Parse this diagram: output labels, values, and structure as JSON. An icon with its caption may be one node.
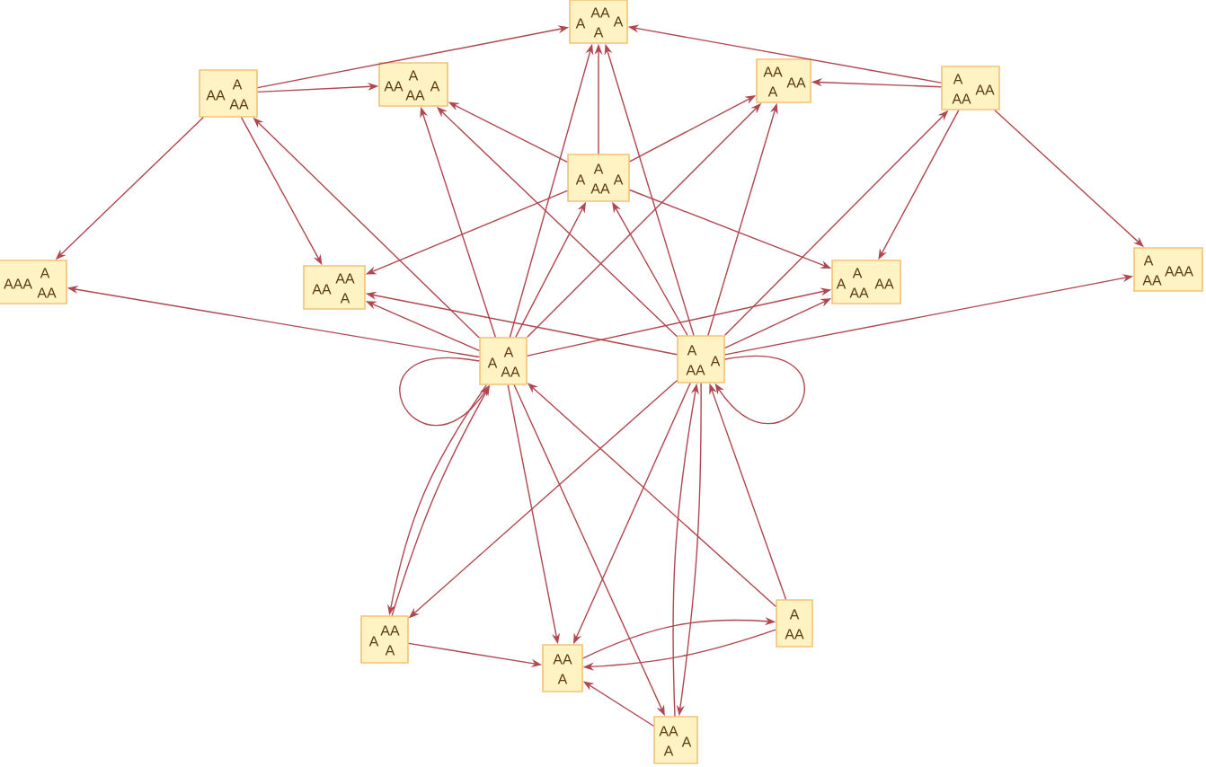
{
  "diagram": {
    "nodes": [
      {
        "text": [
          "A",
          "AA",
          "A",
          "A"
        ]
      },
      {
        "text": [
          "AA",
          "A",
          "AA"
        ]
      },
      {
        "text": [
          "AA",
          "A",
          "AA",
          "A"
        ]
      },
      {
        "text": [
          "AA",
          "A",
          "AA"
        ]
      },
      {
        "text": [
          "A",
          "AA",
          "AA"
        ]
      },
      {
        "text": [
          "A",
          "A",
          "AA",
          "A"
        ]
      },
      {
        "text": [
          "AAA",
          "A",
          "AA"
        ]
      },
      {
        "text": [
          "AA",
          "AA",
          "A"
        ]
      },
      {
        "text": [
          "A",
          "A",
          "AA",
          "AA"
        ]
      },
      {
        "text": [
          "A",
          "AA",
          "AAA"
        ]
      },
      {
        "text": [
          "A",
          "A",
          "AA"
        ]
      },
      {
        "text": [
          "A",
          "AA",
          "A"
        ]
      },
      {
        "text": [
          "A",
          "AA",
          "A"
        ]
      },
      {
        "text": [
          "AA",
          "A"
        ]
      },
      {
        "text": [
          "A",
          "AA"
        ]
      },
      {
        "text": [
          "AA",
          "A",
          "A"
        ]
      }
    ],
    "edges": [
      {
        "from": 1,
        "to": 0,
        "arrow": "to"
      },
      {
        "from": 1,
        "to": 2,
        "arrow": "to"
      },
      {
        "from": 1,
        "to": 6,
        "arrow": "to"
      },
      {
        "from": 1,
        "to": 7,
        "arrow": "to"
      },
      {
        "from": 10,
        "to": 1,
        "arrow": "to"
      },
      {
        "from": 10,
        "to": 2,
        "arrow": "to"
      },
      {
        "from": 11,
        "to": 2,
        "arrow": "to"
      },
      {
        "from": 5,
        "to": 2,
        "arrow": "to"
      },
      {
        "from": 4,
        "to": 0,
        "arrow": "to"
      },
      {
        "from": 5,
        "to": 0,
        "arrow": "to"
      },
      {
        "from": 10,
        "to": 0,
        "arrow": "to"
      },
      {
        "from": 11,
        "to": 0,
        "arrow": "to"
      },
      {
        "from": 4,
        "to": 3,
        "arrow": "to"
      },
      {
        "from": 5,
        "to": 3,
        "arrow": "to"
      },
      {
        "from": 10,
        "to": 3,
        "arrow": "to"
      },
      {
        "from": 11,
        "to": 3,
        "arrow": "to"
      },
      {
        "from": 4,
        "to": 8,
        "arrow": "to"
      },
      {
        "from": 4,
        "to": 9,
        "arrow": "to"
      },
      {
        "from": 11,
        "to": 4,
        "arrow": "to"
      },
      {
        "from": 5,
        "to": 7,
        "arrow": "to"
      },
      {
        "from": 5,
        "to": 8,
        "arrow": "to"
      },
      {
        "from": 10,
        "to": 5,
        "arrow": "to"
      },
      {
        "from": 11,
        "to": 5,
        "arrow": "to"
      },
      {
        "from": 10,
        "to": 6,
        "arrow": "to"
      },
      {
        "from": 10,
        "to": 7,
        "arrow": "to"
      },
      {
        "from": 11,
        "to": 7,
        "arrow": "to"
      },
      {
        "from": 10,
        "to": 8,
        "arrow": "to"
      },
      {
        "from": 11,
        "to": 8,
        "arrow": "to"
      },
      {
        "from": 11,
        "to": 9,
        "arrow": "to"
      },
      {
        "from": 10,
        "to": 10,
        "arrow": "to"
      },
      {
        "from": 11,
        "to": 11,
        "arrow": "to"
      },
      {
        "from": 10,
        "to": 12,
        "arrow": "to"
      },
      {
        "from": 12,
        "to": 10,
        "arrow": "to"
      },
      {
        "from": 10,
        "to": 13,
        "arrow": "to"
      },
      {
        "from": 10,
        "to": 15,
        "arrow": "to"
      },
      {
        "from": 11,
        "to": 12,
        "arrow": "to"
      },
      {
        "from": 14,
        "to": 10,
        "arrow": "to"
      },
      {
        "from": 11,
        "to": 13,
        "arrow": "to"
      },
      {
        "from": 15,
        "to": 11,
        "arrow": "to"
      },
      {
        "from": 11,
        "to": 15,
        "arrow": "to"
      },
      {
        "from": 14,
        "to": 11,
        "arrow": "to"
      },
      {
        "from": 12,
        "to": 13,
        "arrow": "to"
      },
      {
        "from": 13,
        "to": 14,
        "arrow": "to"
      },
      {
        "from": 14,
        "to": 13,
        "arrow": "to"
      },
      {
        "from": 15,
        "to": 13,
        "arrow": "to"
      }
    ]
  }
}
